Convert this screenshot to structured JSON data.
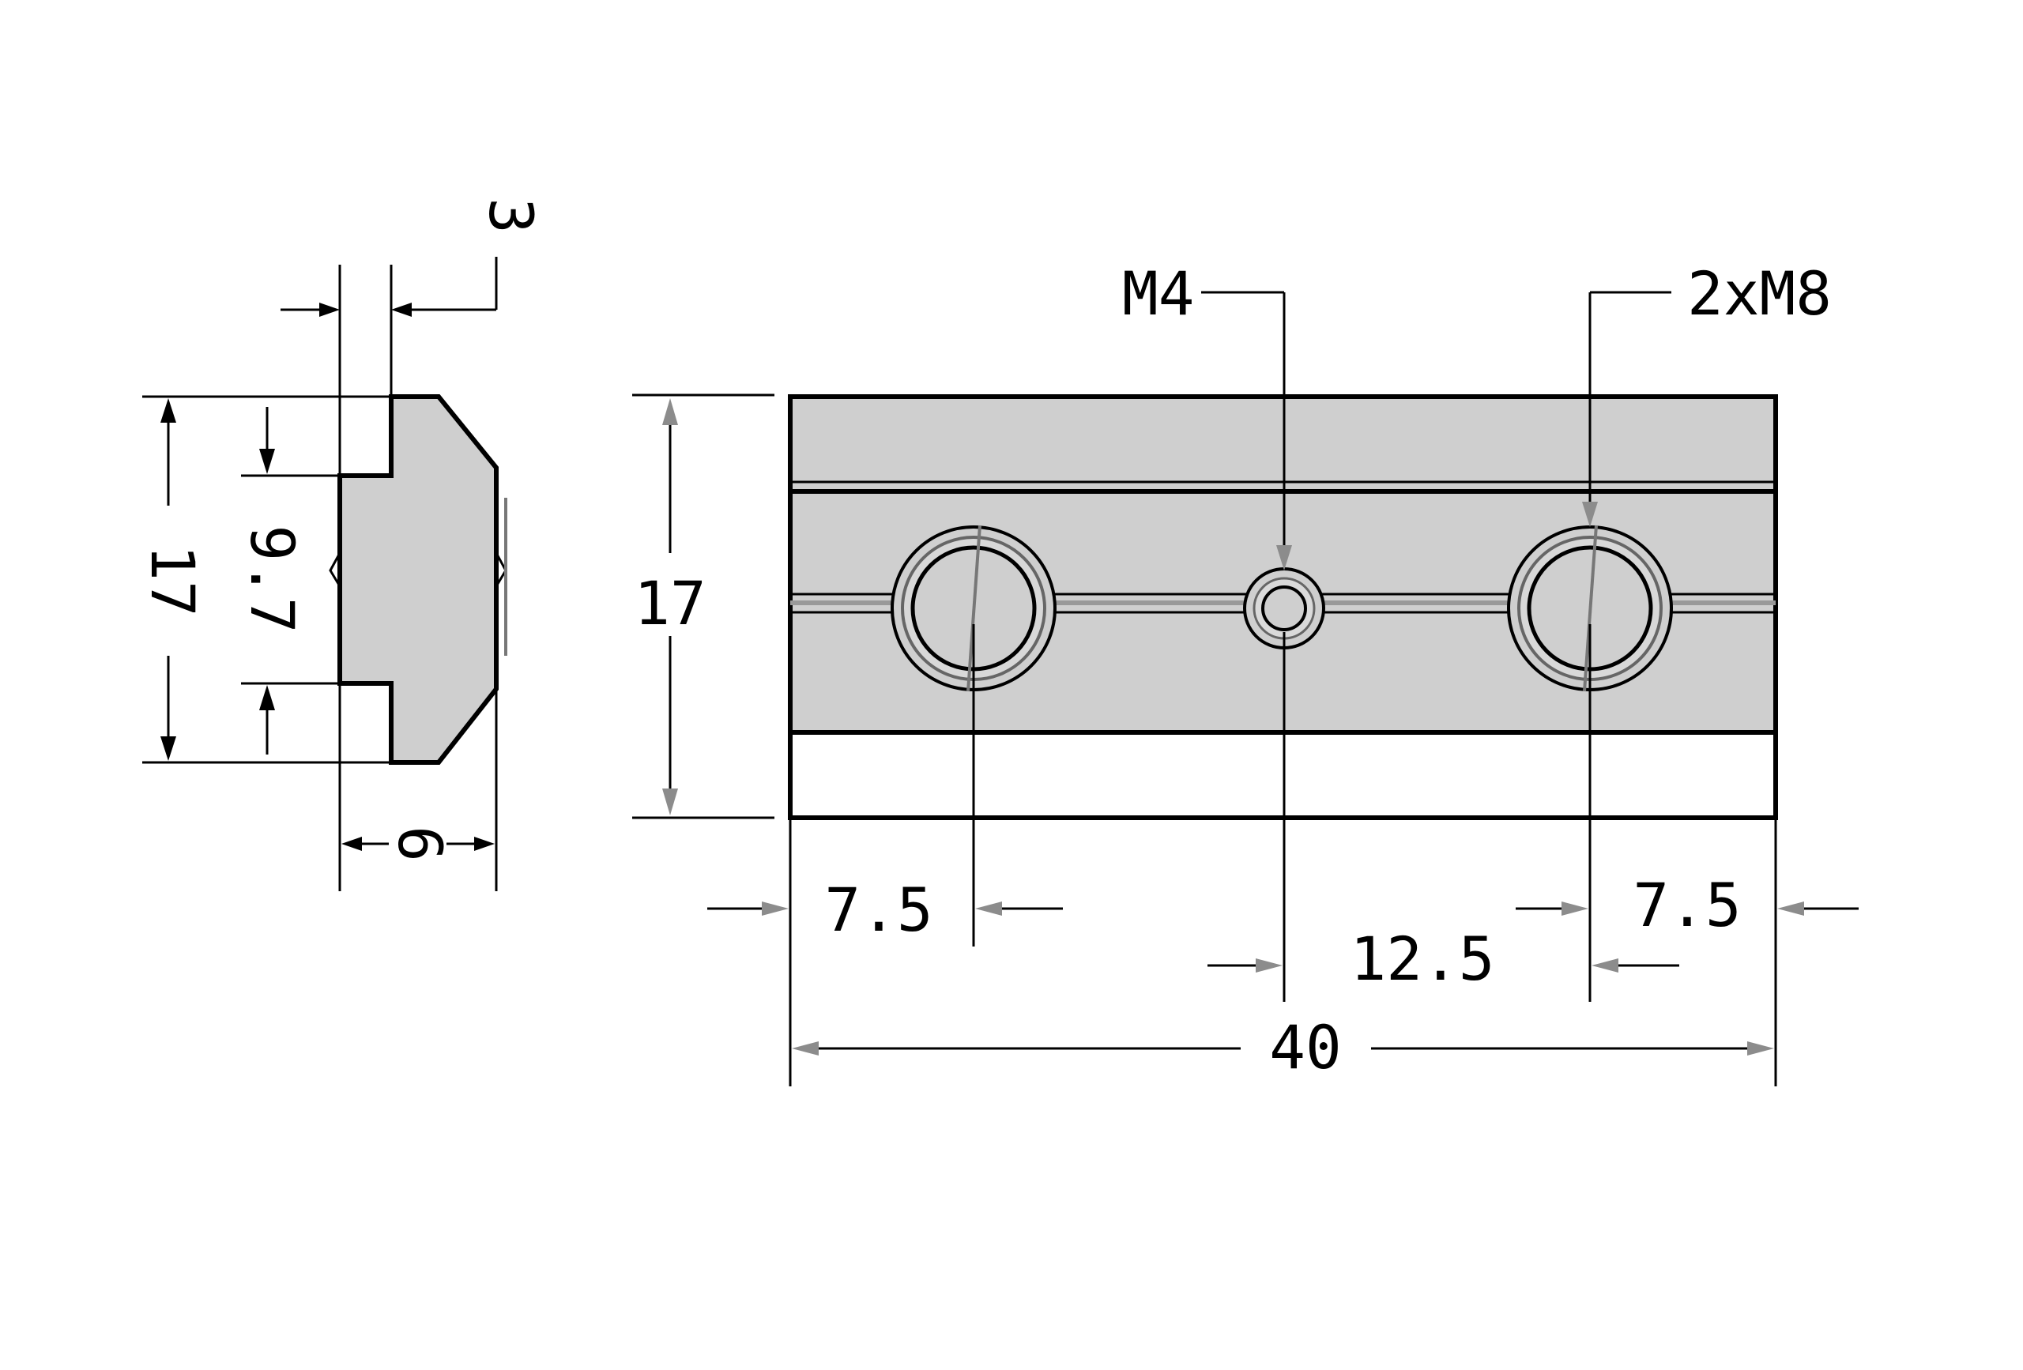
{
  "drawing": {
    "colors": {
      "line": "#000000",
      "part_fill": "#cfcfcf",
      "arrow": "#8c8c8c",
      "background": "#ffffff"
    },
    "side_view": {
      "dim_top_width": "3",
      "dim_height": "17",
      "dim_slot_height": "9.7",
      "dim_depth": "6"
    },
    "front_view": {
      "label_small_hole": "M4",
      "label_large_holes": "2xM8",
      "dim_height": "17",
      "dim_left_offset": "7.5",
      "dim_right_offset": "7.5",
      "dim_center_spacing": "12.5",
      "dim_total_length": "40"
    }
  }
}
